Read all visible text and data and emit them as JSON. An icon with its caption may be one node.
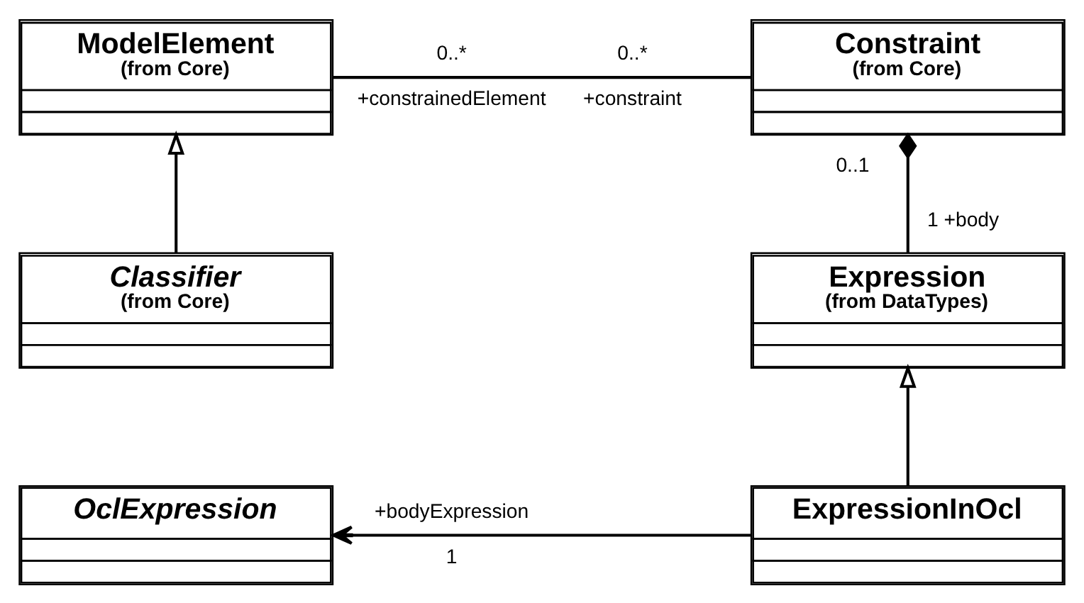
{
  "diagram": {
    "nodes": [
      {
        "text": [
          "ModelElement",
          "(from Core)"
        ]
      },
      {
        "text": [
          "Constraint",
          "(from Core)"
        ]
      },
      {
        "text": [
          "Classifier",
          "(from Core)"
        ]
      },
      {
        "text": [
          "Expression",
          "(from DataTypes)"
        ]
      },
      {
        "text": [
          "OclExpression"
        ]
      },
      {
        "text": [
          "ExpressionInOcl"
        ]
      }
    ],
    "edges": [
      {
        "from": 0,
        "to": 1,
        "arrow": "none"
      },
      {
        "from": 2,
        "to": 0,
        "arrow": "to"
      },
      {
        "from": 3,
        "to": 1,
        "arrow": "other"
      },
      {
        "from": 5,
        "to": 3,
        "arrow": "to"
      },
      {
        "from": 5,
        "to": 4,
        "arrow": "to"
      }
    ],
    "labels": [
      "0..*",
      "+constrainedElement",
      "0..*",
      "+constraint",
      "0..1",
      "1",
      "+body",
      "+bodyExpression",
      "1"
    ]
  }
}
